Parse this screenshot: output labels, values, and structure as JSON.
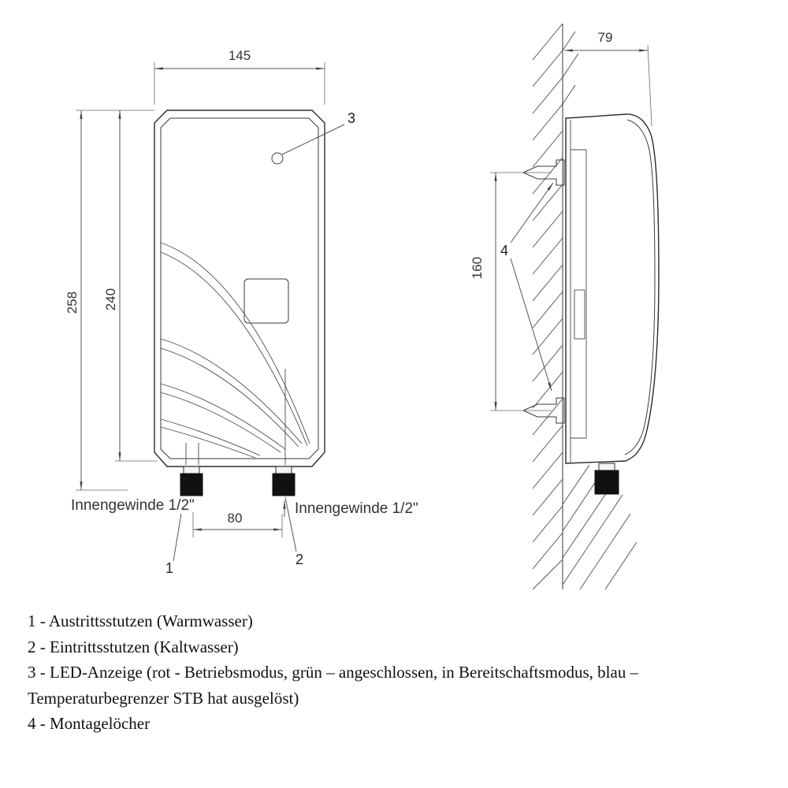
{
  "front_view": {
    "dim_width": "145",
    "dim_height_total": "258",
    "dim_height_body": "240",
    "dim_fitting_spacing": "80",
    "label_outlet_thread": "Innengewinde 1/2\"",
    "label_inlet_thread": "Innengewinde 1/2\"",
    "callout_led": "3",
    "callout_outlet": "1",
    "callout_inlet": "2"
  },
  "side_view": {
    "dim_depth": "79",
    "dim_mount_hole_spacing": "160",
    "callout_mount_holes": "4"
  },
  "legend": {
    "line1": "1 - Austrittsstutzen (Warmwasser)",
    "line2": "2 - Eintrittsstutzen (Kaltwasser)",
    "line3": "3 - LED-Anzeige (rot - Betriebsmodus, grün – angeschlossen, in Bereitschaftsmodus, blau –",
    "line3_cont": "Temperaturbegrenzer STB hat ausgelöst)",
    "line4": "4 - Montagelöcher"
  },
  "colors": {
    "line": "#2b2b2b",
    "fitting_fill": "#111111",
    "background": "#ffffff"
  }
}
